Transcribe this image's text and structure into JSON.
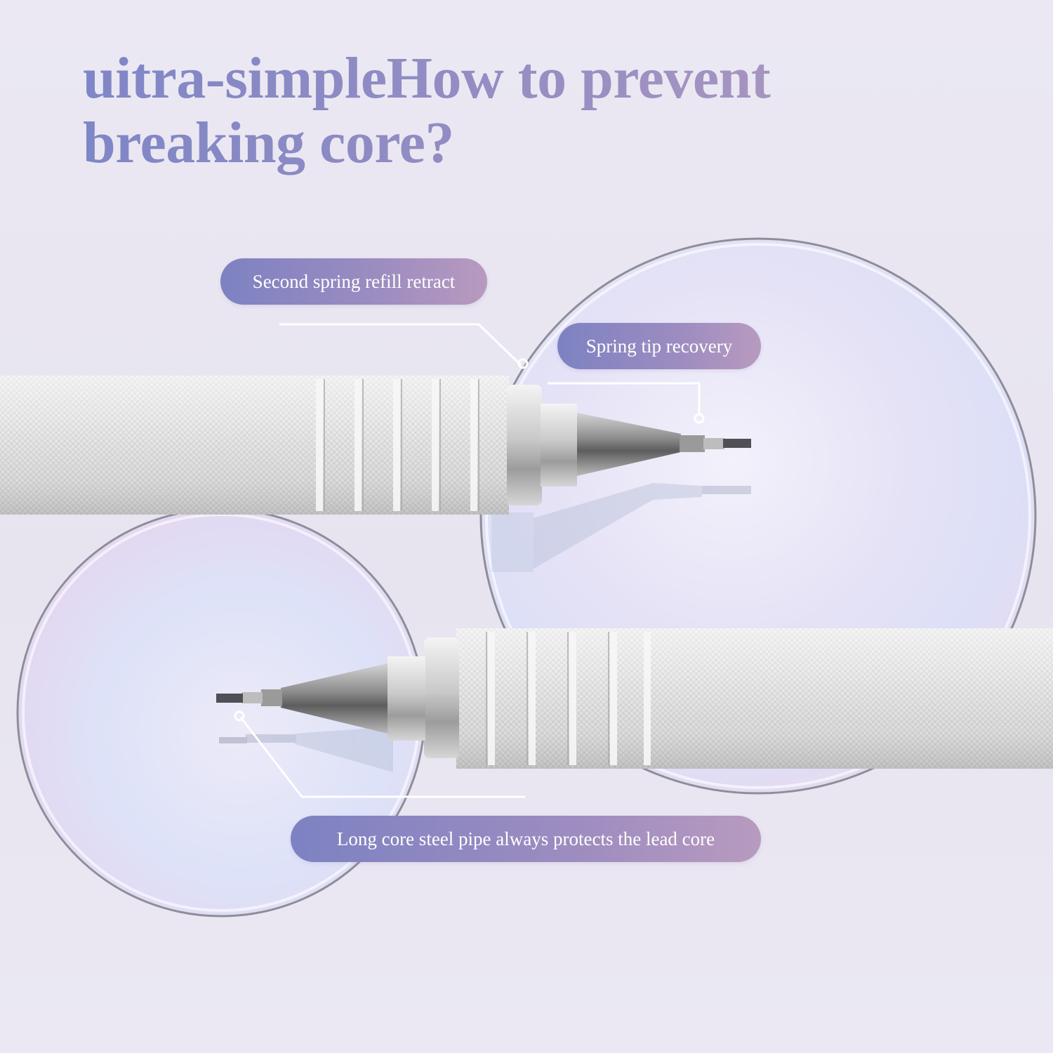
{
  "headline": {
    "line1": "uitra-simpleHow to prevent",
    "line2": "breaking core?"
  },
  "callouts": {
    "second_spring": "Second spring refill retract",
    "spring_tip": "Spring tip recovery",
    "long_core": "Long core steel pipe always protects the lead core"
  },
  "colors": {
    "background": "#eae7f2",
    "title_gradient_start": "#7f86c6",
    "title_gradient_end": "#b59abe",
    "pill_gradient_start": "#7d82c2",
    "pill_gradient_end": "#b89abf",
    "pencil_body": "#e6e6e6"
  },
  "images": {
    "upper_pencil": "mechanical-pencil-knurled-silver",
    "lower_pencil": "mechanical-pencil-knurled-silver",
    "lenses": "iridescent-glass-discs"
  }
}
